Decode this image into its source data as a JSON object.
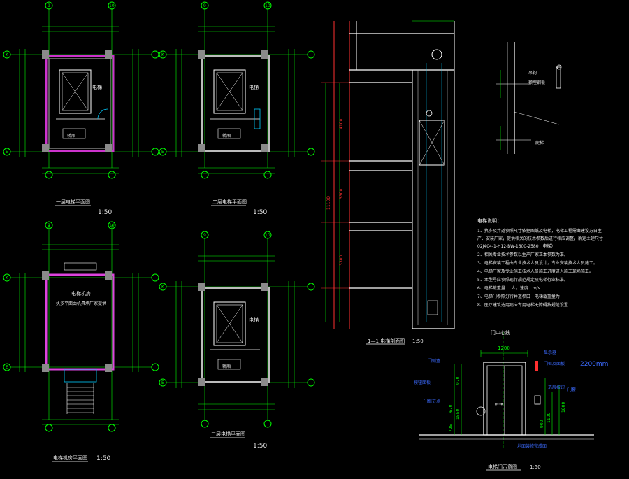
{
  "grid_bubbles": {
    "left": "9",
    "right": "10",
    "top": "K",
    "bottom": "E"
  },
  "plans": [
    {
      "title": "一层电梯平面图",
      "scale": "1:50",
      "shaft_label": "电梯",
      "car_label": "轿厢"
    },
    {
      "title": "二层电梯平面图",
      "scale": "1:50",
      "shaft_label": "电梯",
      "car_label": "轿厢"
    },
    {
      "title": "电梯机房平面图",
      "scale": "1:50",
      "room_label": "电梯机房",
      "room_note": "执多平面由机具承厂家提供"
    },
    {
      "title": "三层电梯平面图",
      "scale": "1:50",
      "shaft_label": "电梯",
      "car_label": "轿厢"
    }
  ],
  "section": {
    "title": "1—1 电梯剖面图",
    "scale": "1:50",
    "dims": [
      "4100",
      "3300",
      "3300"
    ],
    "total_dim": "11100"
  },
  "notes": {
    "title": "电梯说明：",
    "lines": [
      "1、执多及井道参照尺寸依据图纸及电梯，电梯工程需由建设方自主",
      "产、安装厂家，提供相关的技术参数后进行相应调整，确定土建尺寸",
      "02J404-1-H12-BW-1600-2580　电梯）",
      "2、相关专业技术参数以生产厂家正本参数为准。",
      "3、电梯安装工程由专业技术人员设计，专业安装技术人员施工。",
      "4、电梯厂家及专业施工技术人员施工进度进入施工现场施工。",
      "5、本型号应参照现行规范规定及电梯行业标准。",
      "6、电梯载重量：　人，速度：m/s",
      "7、电梯门参照分行井道参口　电梯载重量为",
      "8、医疗建筑选用病床专用电梯无障碍按规范设置"
    ]
  },
  "door": {
    "title": "电梯门示意图",
    "scale": "1:50",
    "axis_label": "门中心线",
    "width": "1200",
    "height_dims": [
      "970",
      "670",
      "1550",
      "725"
    ],
    "right_dims": [
      "900",
      "1100",
      "1800"
    ],
    "labels_right": [
      "显示器",
      "门框及面板",
      "2200mm",
      "选层按钮",
      "门套"
    ],
    "labels_left": [
      "门侧盒",
      "按钮面板",
      "门框节点"
    ],
    "floor_note": "地面装修完成面"
  },
  "detail": {
    "labels": [
      "吊钩",
      "预埋钢板",
      "爬梯"
    ]
  }
}
